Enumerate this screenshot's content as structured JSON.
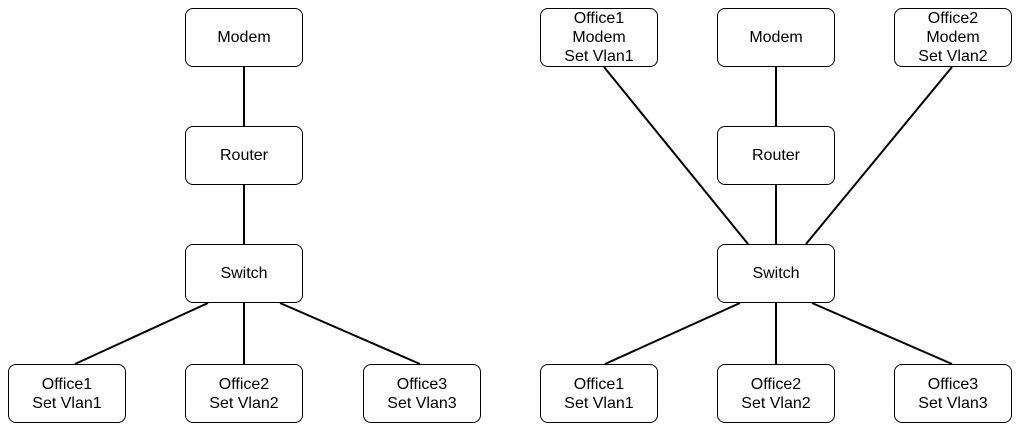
{
  "left_diagram": {
    "modem": {
      "lines": [
        "Modem"
      ]
    },
    "router": {
      "lines": [
        "Router"
      ]
    },
    "switch": {
      "lines": [
        "Switch"
      ]
    },
    "office1": {
      "lines": [
        "Office1",
        "Set Vlan1"
      ]
    },
    "office2": {
      "lines": [
        "Office2",
        "Set Vlan2"
      ]
    },
    "office3": {
      "lines": [
        "Office3",
        "Set Vlan3"
      ]
    }
  },
  "right_diagram": {
    "office1_modem": {
      "lines": [
        "Office1",
        "Modem",
        "Set Vlan1"
      ]
    },
    "modem": {
      "lines": [
        "Modem"
      ]
    },
    "office2_modem": {
      "lines": [
        "Office2",
        "Modem",
        "Set Vlan2"
      ]
    },
    "router": {
      "lines": [
        "Router"
      ]
    },
    "switch": {
      "lines": [
        "Switch"
      ]
    },
    "office1": {
      "lines": [
        "Office1",
        "Set Vlan1"
      ]
    },
    "office2": {
      "lines": [
        "Office2",
        "Set Vlan2"
      ]
    },
    "office3": {
      "lines": [
        "Office3",
        "Set Vlan3"
      ]
    }
  },
  "connections": {
    "left_diagram": [
      [
        "modem",
        "router"
      ],
      [
        "router",
        "switch"
      ],
      [
        "switch",
        "office1"
      ],
      [
        "switch",
        "office2"
      ],
      [
        "switch",
        "office3"
      ]
    ],
    "right_diagram": [
      [
        "modem",
        "router"
      ],
      [
        "router",
        "switch"
      ],
      [
        "office1_modem",
        "switch"
      ],
      [
        "office2_modem",
        "switch"
      ],
      [
        "switch",
        "office1"
      ],
      [
        "switch",
        "office2"
      ],
      [
        "switch",
        "office3"
      ]
    ]
  }
}
